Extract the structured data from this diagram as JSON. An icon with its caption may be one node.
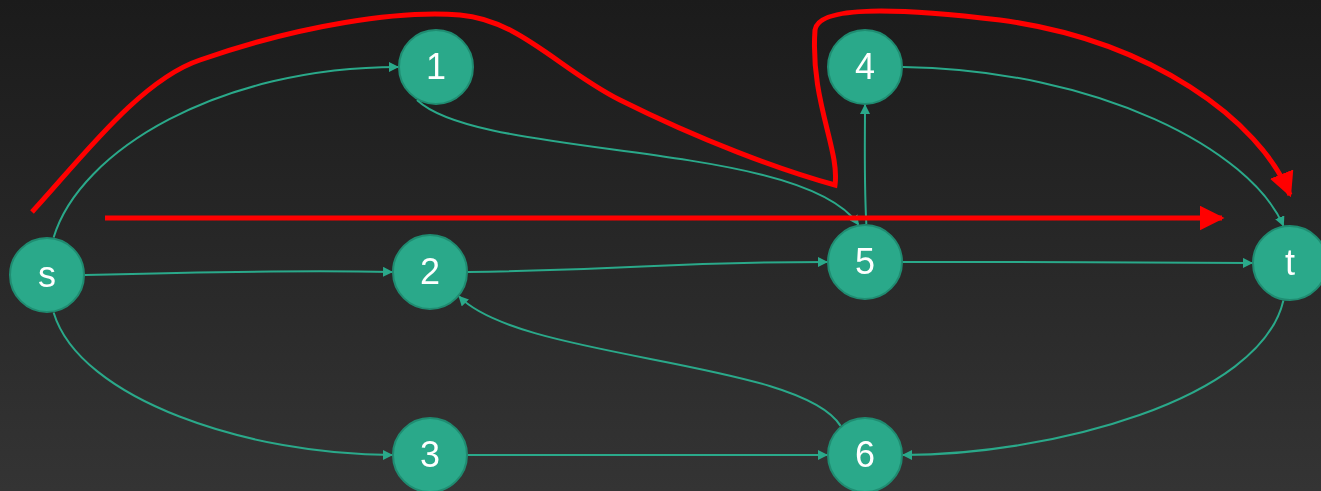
{
  "diagram": {
    "nodes": [
      {
        "text": [
          "s"
        ]
      },
      {
        "text": [
          "1"
        ]
      },
      {
        "text": [
          "2"
        ]
      },
      {
        "text": [
          "3"
        ]
      },
      {
        "text": [
          "4"
        ]
      },
      {
        "text": [
          "5"
        ]
      },
      {
        "text": [
          "6"
        ]
      },
      {
        "text": [
          "t"
        ]
      }
    ],
    "edges": [
      {
        "from": 0,
        "to": 1,
        "arrow": "to"
      },
      {
        "from": 0,
        "to": 2,
        "arrow": "to"
      },
      {
        "from": 0,
        "to": 3,
        "arrow": "to"
      },
      {
        "from": 1,
        "to": 5,
        "arrow": "to"
      },
      {
        "from": 2,
        "to": 5,
        "arrow": "to"
      },
      {
        "from": 5,
        "to": 4,
        "arrow": "to"
      },
      {
        "from": 4,
        "to": 7,
        "arrow": "to"
      },
      {
        "from": 5,
        "to": 7,
        "arrow": "to"
      },
      {
        "from": 3,
        "to": 6,
        "arrow": "to"
      },
      {
        "from": 6,
        "to": 2,
        "arrow": "to"
      },
      {
        "from": 7,
        "to": 6,
        "arrow": "to"
      },
      {
        "from": 0,
        "to": 7,
        "arrow": "to",
        "style": "thick",
        "color": "#ff0000"
      },
      {
        "from": 0,
        "to": 7,
        "arrow": "to",
        "style": "thick",
        "color": "#ff0000"
      }
    ]
  }
}
